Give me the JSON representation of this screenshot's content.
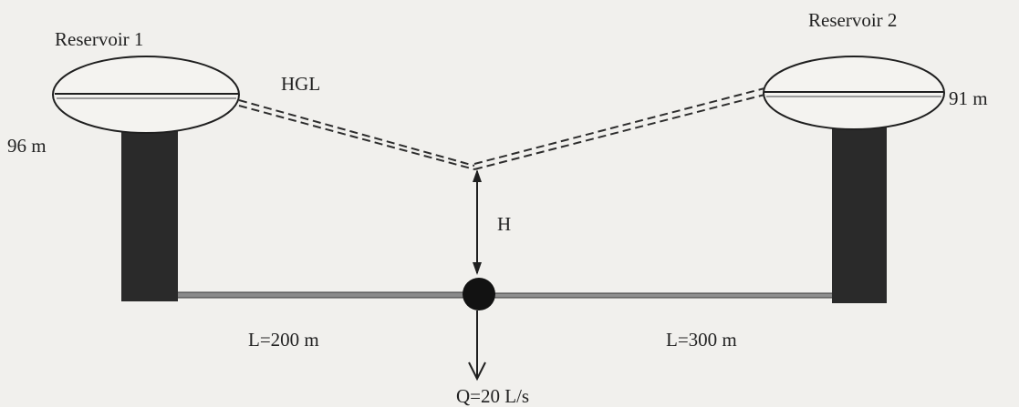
{
  "labels": {
    "reservoir_1": "Reservoir 1",
    "reservoir_2": "Reservoir 2",
    "hgl": "HGL",
    "elevation_1": "96 m",
    "elevation_2": "91 m",
    "head": "H",
    "pipe_1_length": "L=200 m",
    "pipe_2_length": "L=300 m",
    "outflow": "Q=20 L/s"
  },
  "colors": {
    "background": "#f1f0ed",
    "ink": "#1d1d1d",
    "tower": "#2b2b2b",
    "pipe": "#7a7a7a"
  }
}
